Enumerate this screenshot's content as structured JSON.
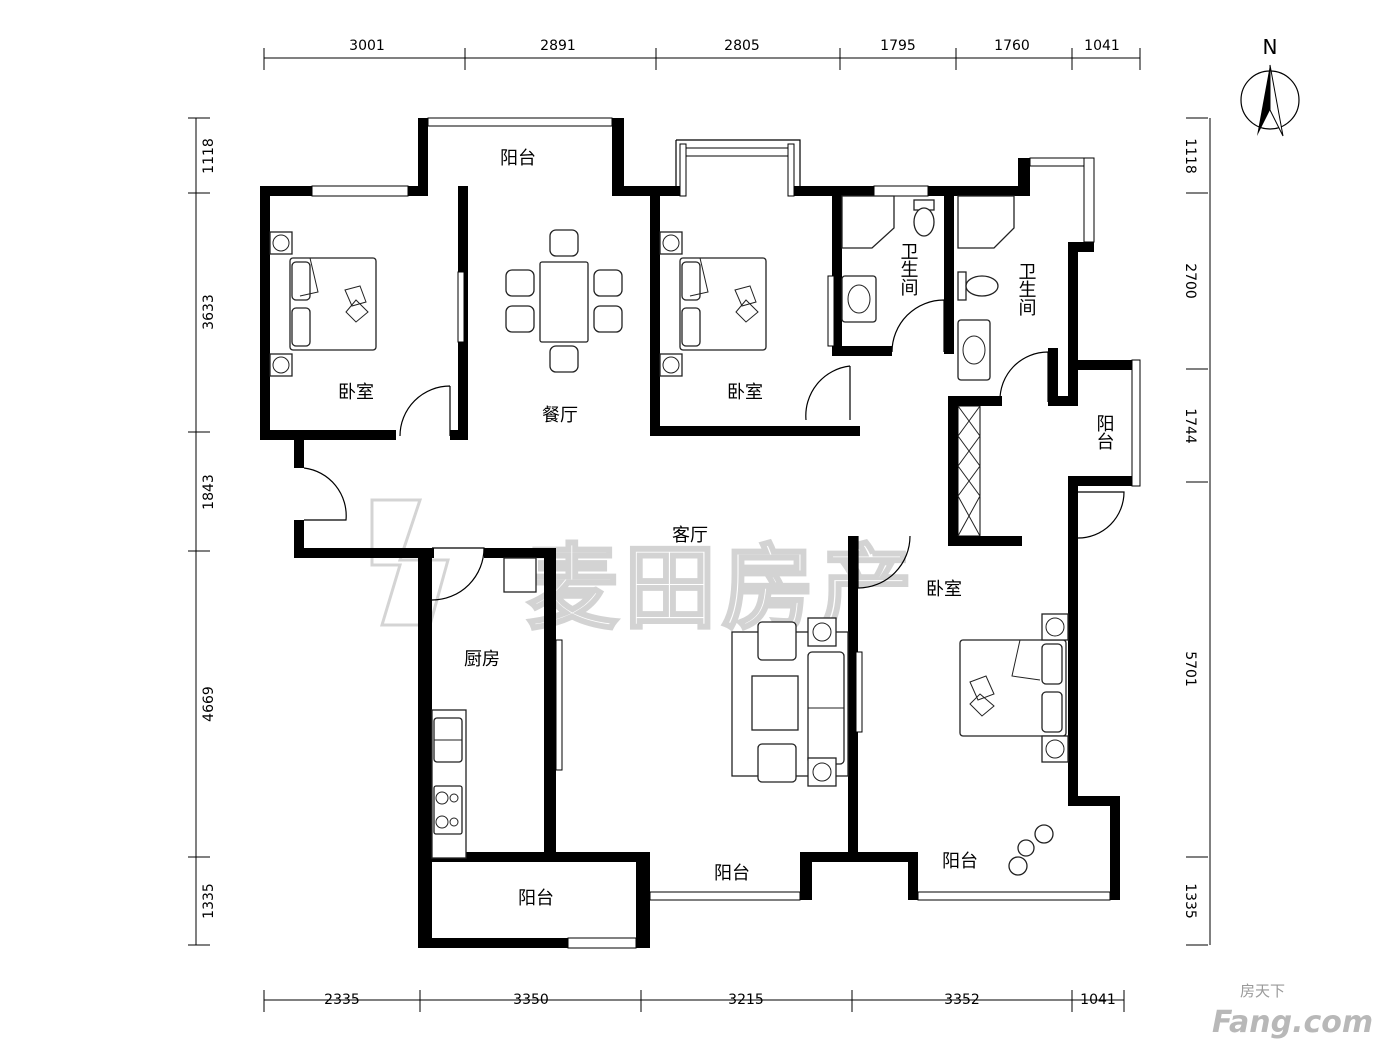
{
  "dimensions": {
    "top": [
      "3001",
      "2891",
      "2805",
      "1795",
      "1760",
      "1041"
    ],
    "bottom": [
      "2335",
      "3350",
      "3215",
      "3352",
      "1041"
    ],
    "left": [
      "1118",
      "3633",
      "1843",
      "4669",
      "1335"
    ],
    "right": [
      "1118",
      "2700",
      "1744",
      "5701",
      "1335"
    ]
  },
  "rooms": {
    "balcony_top": "阳台",
    "bedroom_nw": "卧室",
    "dining": "餐厅",
    "bedroom_n": "卧室",
    "bath_1": "卫生间",
    "bath_2": "卫生间",
    "balcony_east": "阳台",
    "living": "客厅",
    "kitchen": "厨房",
    "bedroom_se": "卧室",
    "balcony_s1": "阳台",
    "balcony_s2": "阳台",
    "balcony_sw": "阳台"
  },
  "compass": {
    "label": "N"
  },
  "watermark": {
    "text": "麦田房产"
  },
  "brand": {
    "top": "房天下",
    "main": "Fang.com"
  }
}
